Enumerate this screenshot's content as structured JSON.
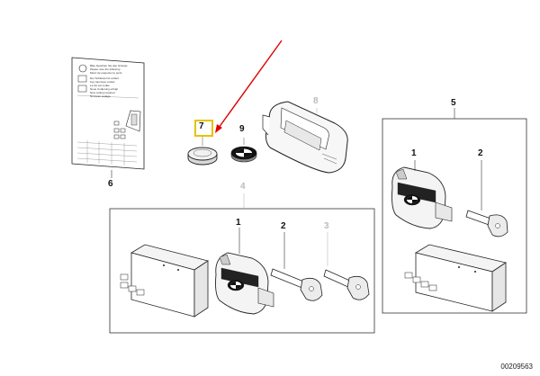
{
  "diagram": {
    "part_numbers": {
      "p1_left": "1",
      "p2_left": "2",
      "p3_left": "3",
      "p4": "4",
      "p5": "5",
      "p6": "6",
      "p7": "7",
      "p8": "8",
      "p9": "9",
      "p1_right": "1",
      "p2_right": "2"
    },
    "drawing_code": "00209563",
    "highlight_color": "#e6c200",
    "arrow_color": "#e00000",
    "dimmed_label_color": "#bbbbbb"
  },
  "leaflet": {
    "lines_top": [
      "Bitte beachten Sie den Hinweis",
      "Please note the following",
      "Merci de respecter le point"
    ],
    "lines_mid": [
      "Der Schlüssel ist codiert",
      "Key has been coded",
      "La clé est codée"
    ],
    "lines_low": [
      "Neue Codierung erfolgt",
      "New coding required",
      "Nouveau codage"
    ]
  }
}
